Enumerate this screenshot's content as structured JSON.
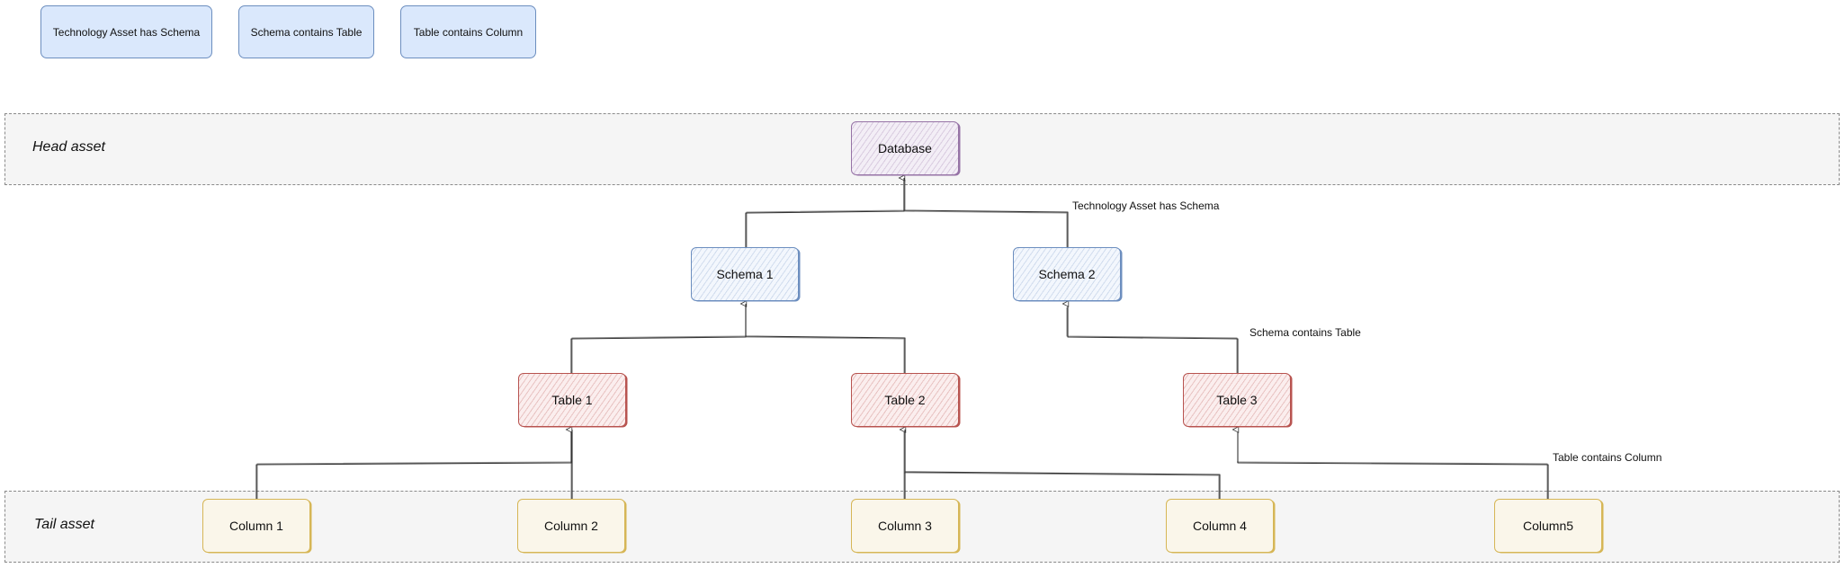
{
  "legend": [
    {
      "label": "Technology Asset has Schema"
    },
    {
      "label": "Schema contains Table"
    },
    {
      "label": "Table contains Column"
    }
  ],
  "bands": {
    "head": "Head asset",
    "tail": "Tail asset"
  },
  "nodes": {
    "database": "Database",
    "schema1": "Schema 1",
    "schema2": "Schema 2",
    "table1": "Table 1",
    "table2": "Table 2",
    "table3": "Table 3",
    "column1": "Column 1",
    "column2": "Column 2",
    "column3": "Column 3",
    "column4": "Column 4",
    "column5": "Column5"
  },
  "edge_labels": {
    "has_schema": "Technology Asset has Schema",
    "contains_table": "Schema contains Table",
    "contains_column": "Table contains Column"
  },
  "colors": {
    "database": "#9673a6",
    "schema": "#6c8ebf",
    "table": "#b85450",
    "column": "#d6b656",
    "legend_fill": "#dae8fc"
  }
}
